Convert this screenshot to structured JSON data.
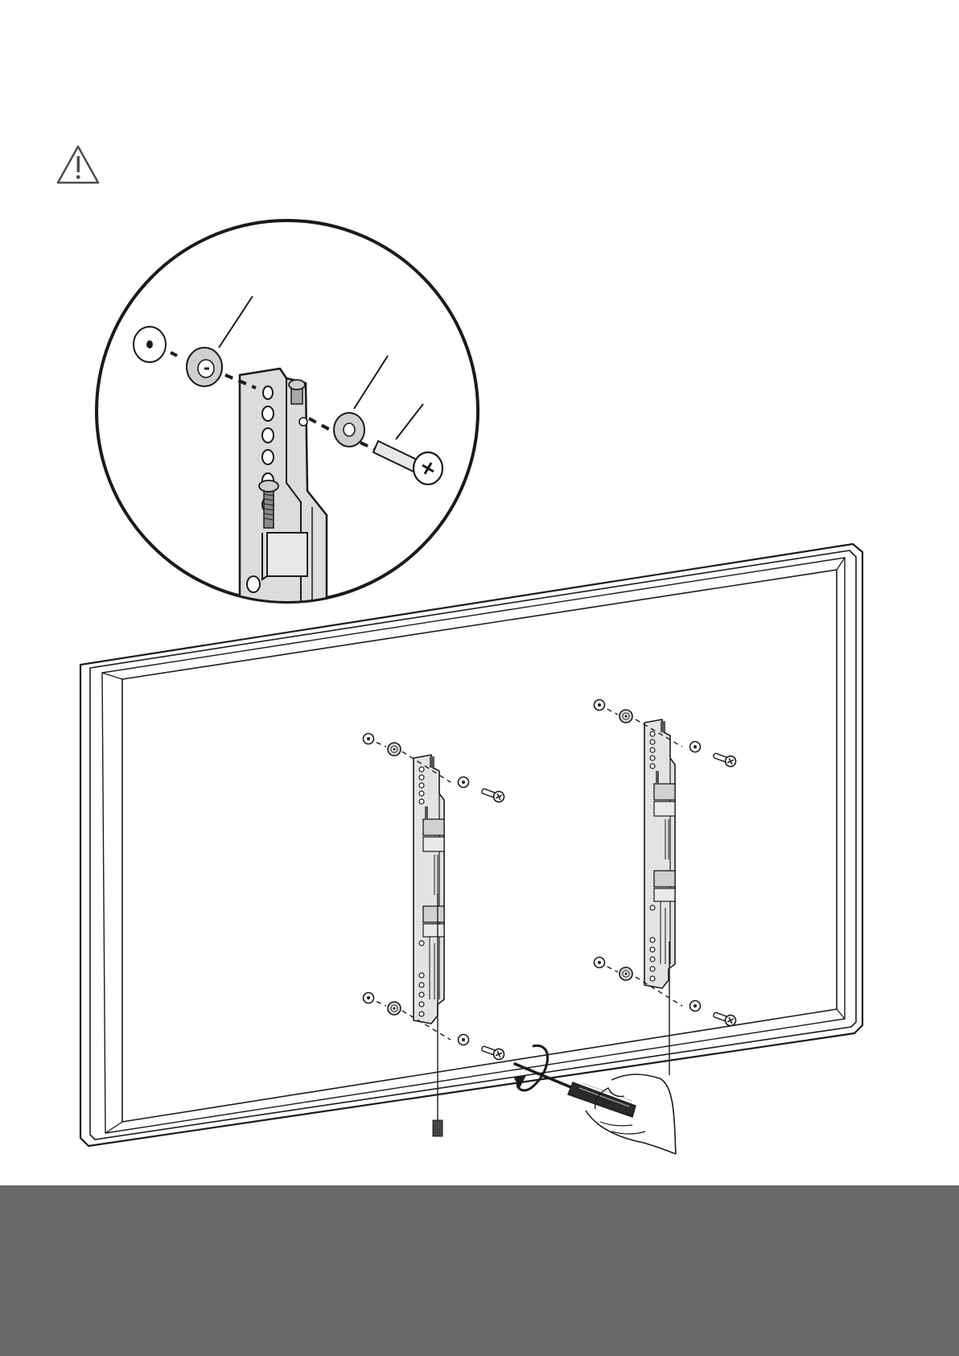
{
  "page": {
    "warning_icon": "warning-triangle-icon",
    "accent_colors": {
      "bracket_fill": "#d9d9d9",
      "washer_fill": "#cfcfcf",
      "footer_band": "#6b6a6b",
      "line": "#1a1a1a"
    }
  },
  "illustration": {
    "detail_callout_icon": "magnifier-detail-circle",
    "tv_icon": "tv-rear-panel",
    "bracket_icons": [
      "vertical-mounting-bracket-left",
      "vertical-mounting-bracket-right"
    ],
    "tool_icon": "phillips-screwdriver",
    "hand_icon": "hand-icon",
    "rotation_icon": "clockwise-rotation-arrow-icon"
  }
}
